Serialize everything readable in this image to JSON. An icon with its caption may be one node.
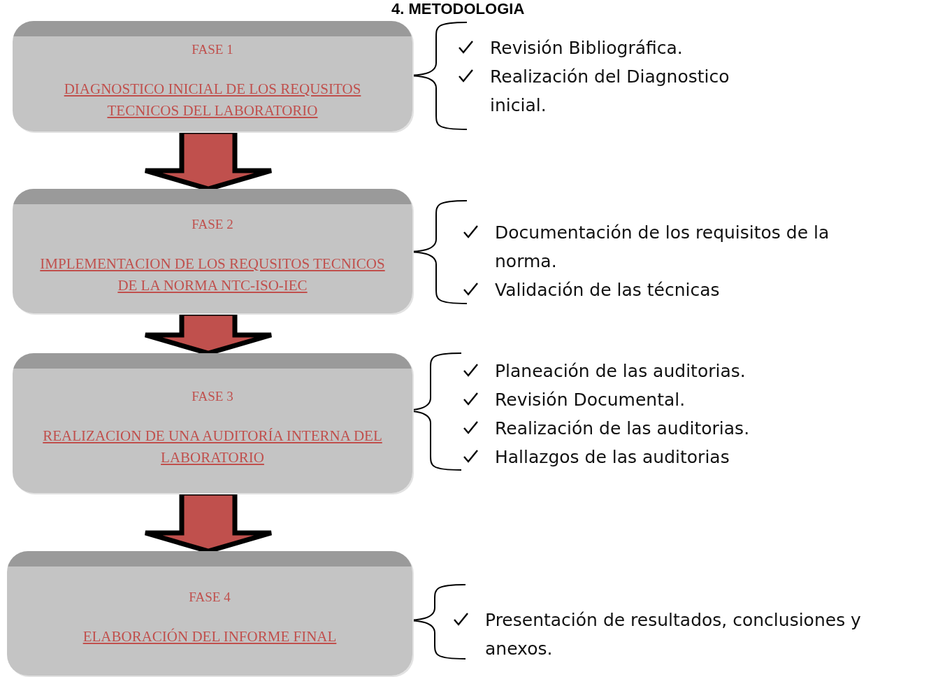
{
  "diagram": {
    "title": "4. METODOLOGIA",
    "nodes": [
      {
        "text": [
          "FASE 1",
          "DIAGNOSTICO INICIAL DE LOS REQUSITOS TECNICOS DEL LABORATORIO"
        ],
        "beside": [
          "Revisión Bibliográfica.",
          "Realización del Diagnostico inicial."
        ]
      },
      {
        "text": [
          "FASE 2",
          "IMPLEMENTACION DE LOS REQUSITOS TECNICOS DE LA NORMA NTC-ISO-IEC"
        ],
        "beside": [
          "Documentación de los requisitos de la norma.",
          "Validación de las técnicas"
        ]
      },
      {
        "text": [
          "FASE 3",
          "REALIZACION DE UNA AUDITORÍA INTERNA DEL LABORATORIO"
        ],
        "beside": [
          "Planeación de las auditorias.",
          "Revisión Documental.",
          "Realización de  las auditorias.",
          "Hallazgos de las auditorias"
        ]
      },
      {
        "text": [
          "FASE 4",
          "ELABORACIÓN DEL INFORME FINAL"
        ]
      }
    ],
    "edges": [
      {
        "from": 0,
        "to": 1,
        "arrow": "to",
        "style": "thick"
      },
      {
        "from": 1,
        "to": 2,
        "arrow": "to",
        "style": "thick"
      },
      {
        "from": 2,
        "to": 3,
        "arrow": "to",
        "style": "thick"
      }
    ],
    "labels": [
      "Presentación de resultados, conclusiones y anexos."
    ]
  }
}
